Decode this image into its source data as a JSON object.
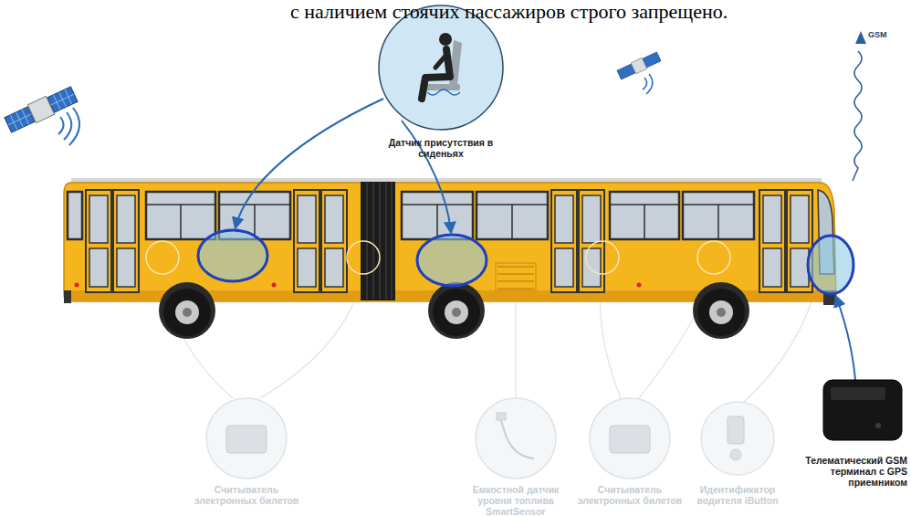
{
  "diagram": {
    "nodes": [
      {
        "text": [
          "Датчик присутствия в сиденьях"
        ]
      },
      {
        "text": [
          "Считыватель электронных билетов"
        ]
      },
      {
        "text": [
          "Емкостной датчик уровня топлива SmartSensor"
        ]
      },
      {
        "text": [
          "Считыватель электронных билетов"
        ]
      },
      {
        "text": [
          "Идентификатор водителя iButton"
        ]
      },
      {
        "text": [
          "Телематический GSM терминал с GPS приемником"
        ]
      }
    ],
    "labels": [
      "с наличием стоячих пассажиров строго запрещено.",
      "GSM"
    ]
  }
}
